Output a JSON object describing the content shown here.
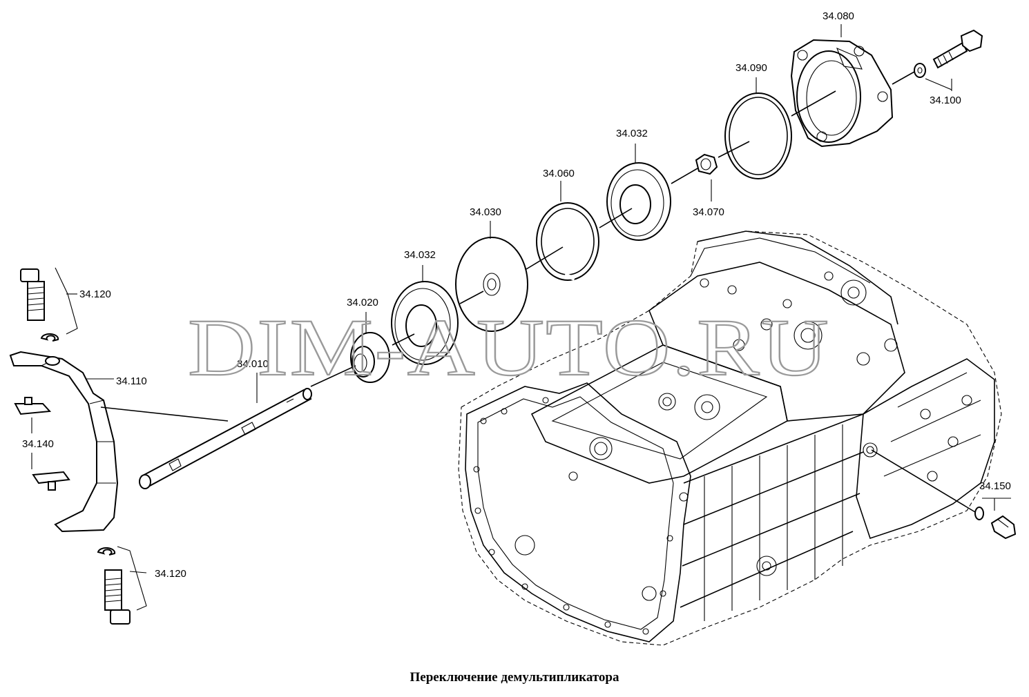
{
  "caption": "Переключение демультипликатора",
  "watermark": "DIM-AUTO.RU",
  "callouts": {
    "c34010": "34.010",
    "c34020": "34.020",
    "c34030": "34.030",
    "c34032a": "34.032",
    "c34032b": "34.032",
    "c34060": "34.060",
    "c34070": "34.070",
    "c34080": "34.080",
    "c34090": "34.090",
    "c34100": "34.100",
    "c34110": "34.110",
    "c34120a": "34.120",
    "c34120b": "34.120",
    "c34140": "34.140",
    "c34150": "34.150"
  }
}
